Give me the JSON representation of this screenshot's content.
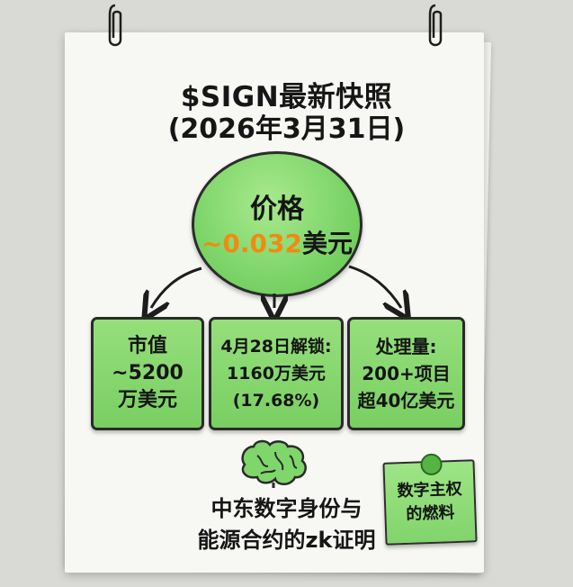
{
  "title": {
    "line1": "$SIGN最新快照",
    "line2": "(2026年3月31日)"
  },
  "price": {
    "label": "价格",
    "value": "~0.032",
    "unit": "美元"
  },
  "cards": [
    {
      "lines": [
        "市值",
        "~5200",
        "万美元"
      ]
    },
    {
      "lines": [
        "4月28日解锁:",
        "1160万美元",
        "(17.68%)"
      ]
    },
    {
      "lines": [
        "处理量:",
        "200+项目",
        "超40亿美元"
      ]
    }
  ],
  "bottom": {
    "line1": "中东数字身份与",
    "line2": "能源合约的zk证明"
  },
  "note": {
    "line1": "数字主权",
    "line2": "的燃料"
  },
  "colors": {
    "green": "#7fd66a",
    "orange": "#f08a12"
  },
  "icons": [
    "binder-clip-icon",
    "brain-icon",
    "pushpin-icon"
  ]
}
